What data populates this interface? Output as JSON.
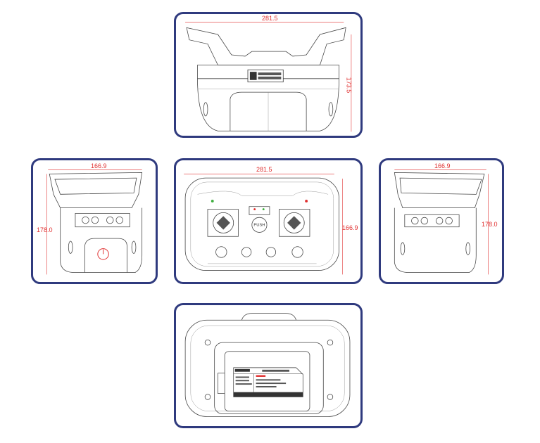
{
  "views": {
    "top": {
      "width_dim": "281.5",
      "height_dim": "173.5"
    },
    "left": {
      "width_dim": "166.9",
      "height_dim": "178.0"
    },
    "front": {
      "width_dim": "281.5",
      "height_dim": "166.9",
      "center_button": "PUSH"
    },
    "right": {
      "width_dim": "166.9",
      "height_dim": "178.0"
    },
    "bottom": {}
  },
  "colors": {
    "border": "#2f3a7e",
    "dimension": "#e03030",
    "led_green": "#3fae3f",
    "led_red": "#e03030"
  }
}
